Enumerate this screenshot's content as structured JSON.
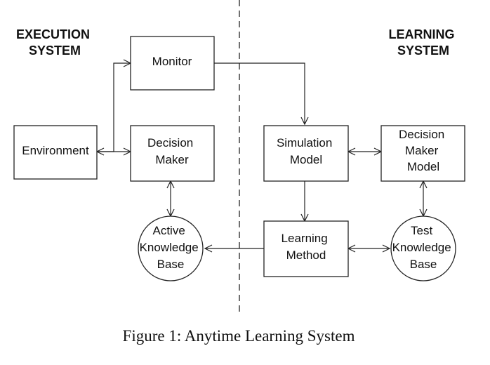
{
  "headers": {
    "execution": [
      "EXECUTION",
      "SYSTEM"
    ],
    "learning": [
      "LEARNING",
      "SYSTEM"
    ]
  },
  "nodes": {
    "monitor": [
      "Monitor"
    ],
    "environment": [
      "Environment"
    ],
    "decision_maker": [
      "Decision",
      "Maker"
    ],
    "simulation_model": [
      "Simulation",
      "Model"
    ],
    "decision_maker_model": [
      "Decision",
      "Maker",
      "Model"
    ],
    "active_kb": [
      "Active",
      "Knowledge",
      "Base"
    ],
    "learning_method": [
      "Learning",
      "Method"
    ],
    "test_kb": [
      "Test",
      "Knowledge",
      "Base"
    ]
  },
  "caption": "Figure 1:  Anytime Learning System",
  "colors": {
    "stroke": "#222222",
    "background": "#ffffff"
  }
}
